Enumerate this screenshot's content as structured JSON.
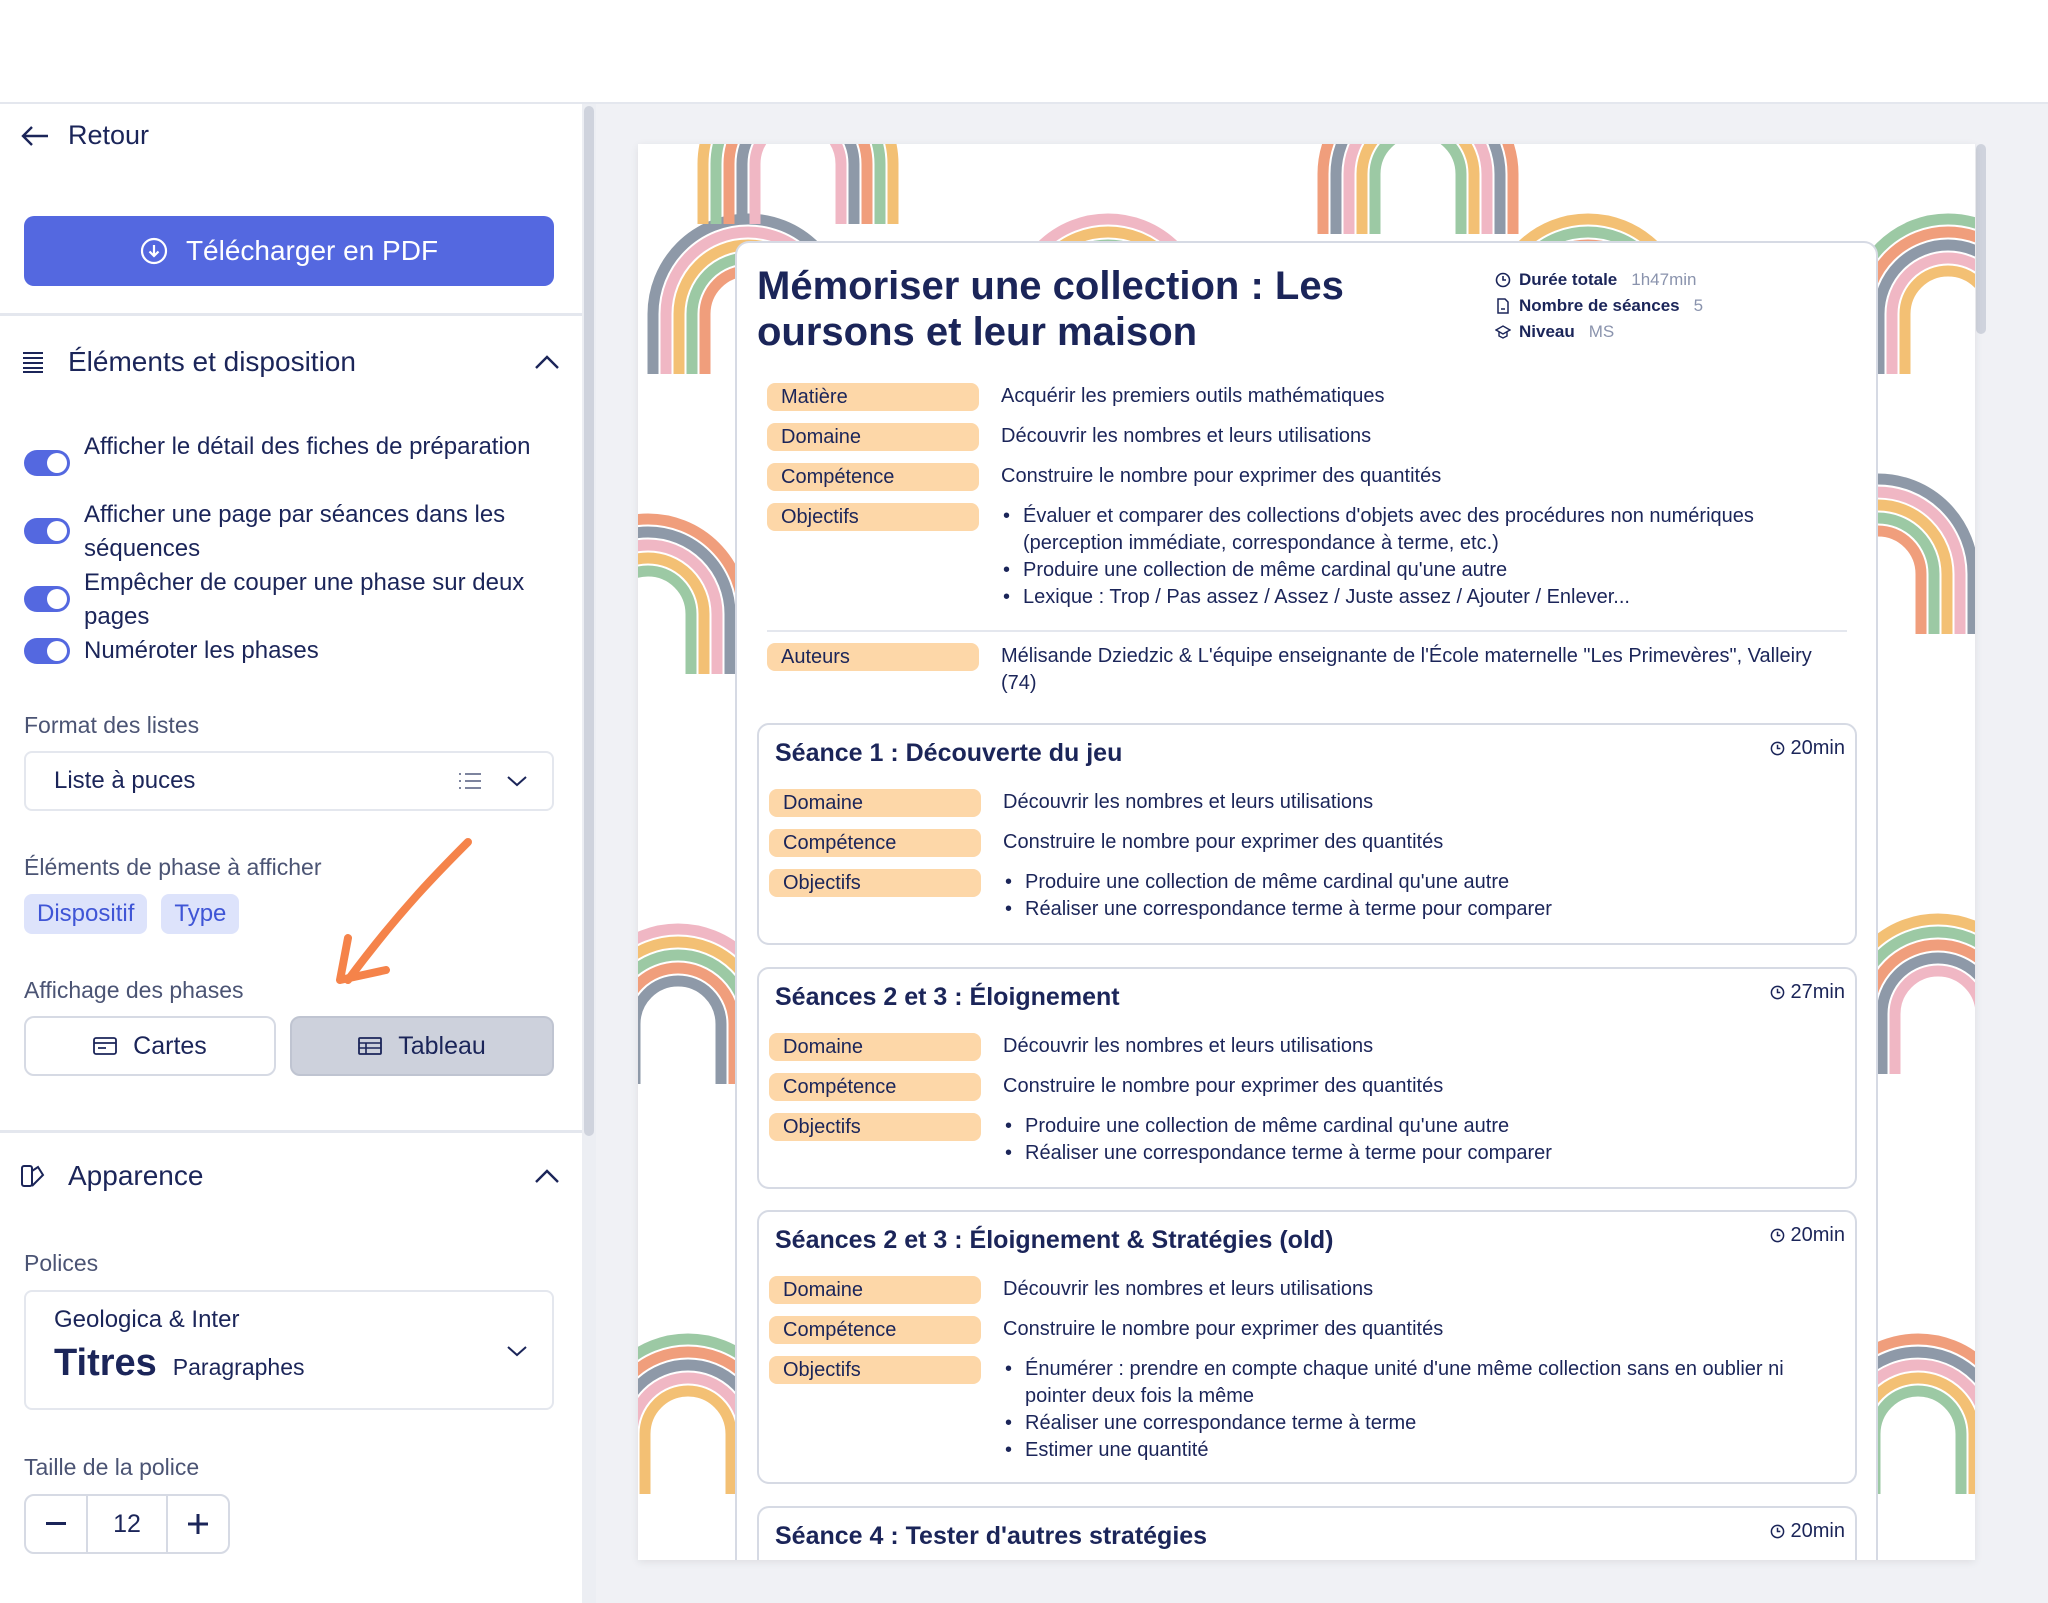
{
  "sidebar": {
    "back_label": "Retour",
    "download_label": "Télécharger en PDF",
    "section_layout": {
      "title": "Éléments et disposition",
      "toggles": [
        {
          "label": "Afficher le détail des fiches de préparation",
          "on": true
        },
        {
          "label": "Afficher une page par séances dans les séquences",
          "on": true
        },
        {
          "label": "Empêcher de couper une phase sur deux pages",
          "on": true
        },
        {
          "label": "Numéroter les phases",
          "on": true
        }
      ],
      "list_format_label": "Format des listes",
      "list_format_value": "Liste à puces",
      "phase_elements_label": "Éléments de phase à afficher",
      "phase_elements": [
        "Dispositif",
        "Type"
      ],
      "phase_display_label": "Affichage des phases",
      "phase_display_options": [
        "Cartes",
        "Tableau"
      ],
      "phase_display_selected": "Tableau"
    },
    "section_appearance": {
      "title": "Apparence",
      "fonts_label": "Polices",
      "fonts_value": "Geologica & Inter",
      "fonts_titles": "Titres",
      "fonts_paragraphs": "Paragraphes",
      "font_size_label": "Taille de la police",
      "font_size_value": "12"
    },
    "accent_color": "#5468e0",
    "annotation_arrow_color": "#f5834a"
  },
  "document": {
    "title": "Mémoriser une collection : Les oursons et leur maison",
    "meta": [
      {
        "icon": "clock-icon",
        "label": "Durée totale",
        "value": "1h47min"
      },
      {
        "icon": "file-icon",
        "label": "Nombre de séances",
        "value": "5"
      },
      {
        "icon": "graduation-cap-icon",
        "label": "Niveau",
        "value": "MS"
      }
    ],
    "rows": [
      {
        "label": "Matière",
        "text": "Acquérir les premiers outils mathématiques"
      },
      {
        "label": "Domaine",
        "text": "Découvrir les nombres et leurs utilisations"
      },
      {
        "label": "Compétence",
        "text": "Construire le nombre pour exprimer des quantités"
      },
      {
        "label": "Objectifs",
        "items": [
          "Évaluer et comparer des collections d'objets avec des procédures non numériques (perception immédiate, correspondance à terme, etc.)",
          "Produire une collection de même cardinal qu'une autre",
          "Lexique : Trop / Pas assez / Assez / Juste assez / Ajouter / Enlever..."
        ]
      }
    ],
    "authors_label": "Auteurs",
    "authors": "Mélisande Dziedzic & L'équipe enseignante de l'École maternelle \"Les Primevères\", Valleiry (74)",
    "label_color": "#fdd7a8",
    "seances": [
      {
        "title": "Séance 1 : Découverte du jeu",
        "duration": "20min",
        "domaine": "Découvrir les nombres et leurs utilisations",
        "competence": "Construire le nombre pour exprimer des quantités",
        "objectifs": [
          "Produire une collection de même cardinal qu'une autre",
          "Réaliser une correspondance terme à terme pour comparer"
        ]
      },
      {
        "title": "Séances 2 et 3 : Éloignement",
        "duration": "27min",
        "domaine": "Découvrir les nombres et leurs utilisations",
        "competence": "Construire le nombre pour exprimer des quantités",
        "objectifs": [
          "Produire une collection de même cardinal qu'une autre",
          "Réaliser une correspondance terme à terme pour comparer"
        ]
      },
      {
        "title": "Séances 2 et 3 : Éloignement & Stratégies (old)",
        "duration": "20min",
        "domaine": "Découvrir les nombres et leurs utilisations",
        "competence": "Construire le nombre pour exprimer des quantités",
        "objectifs": [
          "Énumérer : prendre en compte chaque unité d'une même collection sans en oublier ni pointer deux fois la même",
          "Réaliser une correspondance terme à terme",
          "Estimer une quantité"
        ]
      },
      {
        "title": "Séance 4 : Tester d'autres stratégies",
        "duration": "20min"
      }
    ],
    "seance_labels": {
      "domaine": "Domaine",
      "competence": "Compétence",
      "objectifs": "Objectifs"
    }
  }
}
